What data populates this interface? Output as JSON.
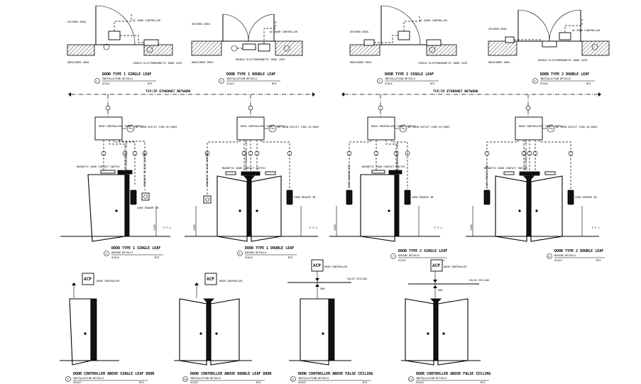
{
  "plans": [
    {
      "area_top": "SECURED AREA",
      "area_bottom": "UNSECURED AREA",
      "tag1": "AC DOOR CONTROLLER",
      "tag2": "SINGLE ELECTROMAGNETIC DOOR LOCK",
      "title": "DOOR TYPE 1 SINGLE LEAF",
      "subtitle": "INSTALLATION DETAILS",
      "num": "1",
      "scale": "SCALE",
      "nts": "NTS"
    },
    {
      "area_top": "SECURED AREA",
      "area_bottom": "UNSECURED AREA",
      "tag1": "AC DOOR CONTROLLER",
      "tag2": "DOUBLE ELECTROMAGNETIC DOOR LOCK",
      "title": "DOOR TYPE 1 DOUBLE LEAF",
      "subtitle": "INSTALLATION DETAILS",
      "num": "2",
      "scale": "SCALE",
      "nts": "NTS"
    },
    {
      "area_top": "SECURED AREA",
      "area_bottom": "UNSECURED AREA",
      "tag1": "AC DOOR CONTROLLER",
      "tag2": "SINGLE ELECTROMAGNETIC DOOR LOCK",
      "title": "DOOR TYPE 2 SINGLE LEAF",
      "subtitle": "INSTALLATION DETAILS",
      "num": "3",
      "scale": "SCALE",
      "nts": "NTS"
    },
    {
      "area_top": "SECURED AREA",
      "area_bottom": "UNSECURED AREA",
      "tag1": "AC DOOR CONTROLLER",
      "tag2": "DOUBLE ELECTROMAGNETIC DOOR LOCK",
      "title": "DOOR TYPE 2 DOUBLE LEAF",
      "subtitle": "INSTALLATION DETAILS",
      "num": "4",
      "scale": "SCALE",
      "nts": "NTS"
    }
  ],
  "networks": [
    {
      "label": "TCP/IP ETHERNET NETWORK"
    },
    {
      "label": "TCP/IP ETHERNET NETWORK"
    }
  ],
  "elevations": [
    {
      "ctrl": "DOOR CONTROLLER/ POWER SUPPLY",
      "outlet": "AC MAIN OUTLET 230V AC/50HZ",
      "contact": "MAGNETIC DOOR CONTACT SWITCH",
      "lock": "ELECTROMAGNETIC LOCK",
      "exit": "REQUEST TO EXIT BUTTON",
      "reader": "CARD READER IN",
      "ffl": "F.F.L",
      "title": "DOOR TYPE 1 SINGLE LEAF",
      "subtitle": "WIRING DETAILS",
      "num": "5",
      "scale": "SCALE",
      "nts": "NTS"
    },
    {
      "ctrl": "DOOR CONTROLLER/ POWER SUPPLY",
      "outlet": "AC MAIN OUTLET 230V AC/50HZ",
      "contact": "MAGNETIC DOOR CONTACT SWITCH",
      "lock": "ELECTROMAGNETIC LOCK",
      "exit": "REQUEST TO EXIT BUTTON",
      "reader": "CARD READER IN",
      "ffl": "F.F.L",
      "title": "DOOR TYPE 1 DOUBLE LEAF",
      "subtitle": "WIRING DETAILS",
      "num": "6",
      "scale": "SCALE",
      "nts": "NTS"
    },
    {
      "ctrl": "DOOR CONTROLLER/ POWER SUPPLY",
      "outlet": "AC MAIN OUTLET 230V AC/50HZ",
      "contact": "MAGNETIC DOOR CONTACT SWITCH",
      "lock": "ELECTROMAGNETIC LOCK",
      "exit": "CARD READER OUT",
      "reader": "CARD READER IN",
      "ffl": "F.F.L",
      "title": "DOOR TYPE 2 SINGLE LEAF",
      "subtitle": "WIRING DETAILS",
      "num": "7",
      "scale": "SCALE",
      "nts": "NTS"
    },
    {
      "ctrl": "DOOR CONTROLLER/ POWER SUPPLY",
      "outlet": "AC MAIN OUTLET 230V AC/50HZ",
      "contact": "MAGNETIC DOOR CONTACT SWITCH",
      "lock": "ELECTROMAGNETIC LOCK",
      "exit": "CARD READER OUT",
      "reader": "CARD READER IN",
      "ffl": "F.F.L",
      "title": "DOOR TYPE 2 DOUBLE LEAF",
      "subtitle": "WIRING DETAILS",
      "num": "8",
      "scale": "SCALE",
      "nts": "NTS"
    }
  ],
  "controllers": [
    {
      "acp": "ACP",
      "label": "DOOR CONTROLLER",
      "ceiling": "",
      "title": "DOOR CONTROLLER ABOVE SINGLE LEAF DOOR",
      "subtitle": "INSTALLATION DETAILS",
      "num": "9",
      "scale": "SCALE",
      "nts": "NTS"
    },
    {
      "acp": "ACP",
      "label": "DOOR CONTROLLER",
      "ceiling": "",
      "title": "DOOR CONTROLLER ABOVE DOUBLE LEAF DOOR",
      "subtitle": "INSTALLATION DETAILS",
      "num": "10",
      "scale": "SCALE",
      "nts": "NTS"
    },
    {
      "acp": "ACP",
      "label": "DOOR CONTROLLER",
      "ceiling": "FALSE CEILING",
      "title": "DOOR CONTROLLER ABOVE FALSE CEILING",
      "subtitle": "INSTALLATION DETAILS",
      "num": "11",
      "scale": "SCALE",
      "nts": "NTS"
    },
    {
      "acp": "ACP",
      "label": "DOOR CONTROLLER",
      "ceiling": "FALSE CEILING",
      "title": "DOOR CONTROLLER ABOVE FALSE CEILING",
      "subtitle": "INSTALLATION DETAILS",
      "num": "12",
      "scale": "SCALE",
      "nts": "NTS"
    }
  ]
}
